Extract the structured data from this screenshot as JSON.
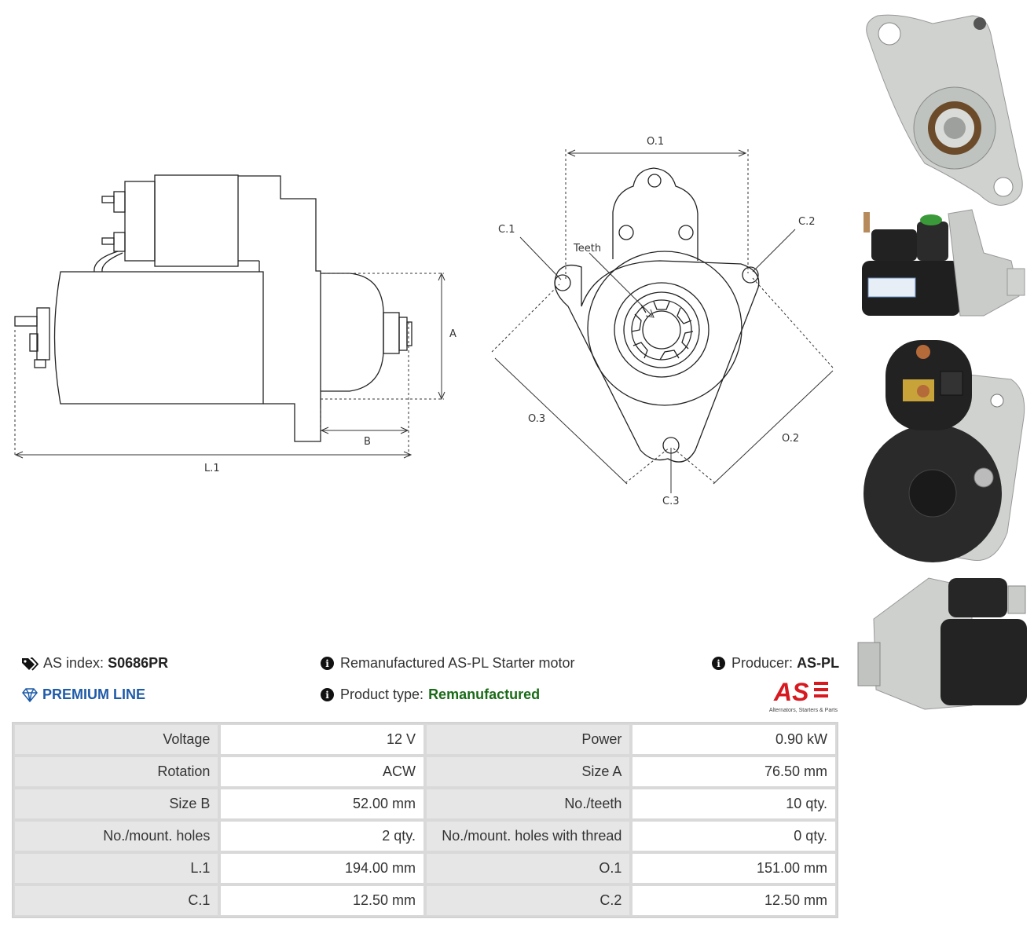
{
  "diagram": {
    "side_labels": {
      "A": "A",
      "B": "B",
      "L1": "L.1"
    },
    "front_labels": {
      "O1": "O.1",
      "O2": "O.2",
      "O3": "O.3",
      "C1": "C.1",
      "C2": "C.2",
      "C3": "C.3",
      "teeth": "Teeth"
    }
  },
  "header": {
    "as_index_label": "AS index:",
    "as_index_value": "S0686PR",
    "premium_line": "PREMIUM LINE",
    "description": "Remanufactured AS-PL Starter motor",
    "product_type_label": "Product type:",
    "product_type_value": "Remanufactured",
    "producer_label": "Producer:",
    "producer_value": "AS-PL",
    "logo_text": "AS",
    "logo_tagline": "Alternators, Starters & Parts"
  },
  "specs": [
    {
      "l1": "Voltage",
      "v1": "12 V",
      "l2": "Power",
      "v2": "0.90 kW"
    },
    {
      "l1": "Rotation",
      "v1": "ACW",
      "l2": "Size A",
      "v2": "76.50 mm"
    },
    {
      "l1": "Size B",
      "v1": "52.00 mm",
      "l2": "No./teeth",
      "v2": "10 qty."
    },
    {
      "l1": "No./mount. holes",
      "v1": "2 qty.",
      "l2": "No./mount. holes with thread",
      "v2": "0 qty."
    },
    {
      "l1": "L.1",
      "v1": "194.00 mm",
      "l2": "O.1",
      "v2": "151.00 mm"
    },
    {
      "l1": "C.1",
      "v1": "12.50 mm",
      "l2": "C.2",
      "v2": "12.50 mm"
    }
  ],
  "colors": {
    "premium": "#1e5ba8",
    "remanufactured": "#1a6b17",
    "logo_red": "#d71920"
  }
}
